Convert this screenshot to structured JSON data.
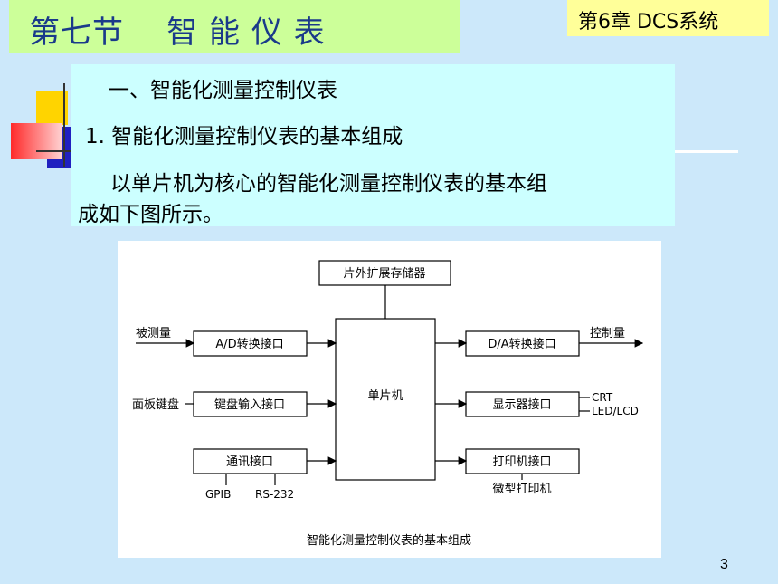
{
  "slide": {
    "title": "第七节    智 能 仪 表",
    "chapter": "第6章 DCS系统",
    "page_number": "3"
  },
  "content": {
    "heading": "一、智能化测量控制仪表",
    "subheading": "1. 智能化测量控制仪表的基本组成",
    "paragraph_line1": "以单片机为核心的智能化测量控制仪表的基本组",
    "paragraph_line2": "成如下图所示。"
  },
  "diagram": {
    "top_block": "片外扩展存储器",
    "center_block": "单片机",
    "left_blocks": [
      "A/D转换接口",
      "键盘输入接口",
      "通讯接口"
    ],
    "right_blocks": [
      "D/A转换接口",
      "显示器接口",
      "打印机接口"
    ],
    "inputs": [
      "被测量",
      "面板键盘"
    ],
    "output": "控制量",
    "display_labels": [
      "CRT",
      "LED/LCD"
    ],
    "comm_labels": [
      "GPIB",
      "RS-232"
    ],
    "printer_label": "微型打印机",
    "caption": "智能化测量控制仪表的基本组成"
  },
  "colors": {
    "background": "#cce8fa",
    "title_bg": "#ccff99",
    "title_text": "#1a3a8a",
    "chapter_bg": "#ffff99",
    "text_panel_bg": "#ccffff"
  }
}
